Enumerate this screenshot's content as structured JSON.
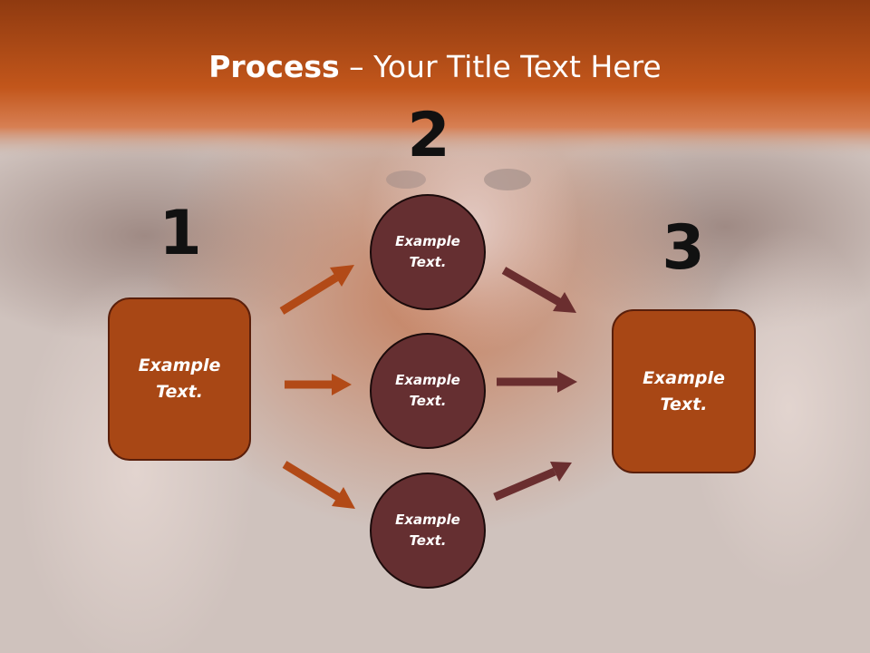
{
  "slide": {
    "title_bold": "Process",
    "title_rest": " – Your Title Text Here"
  },
  "steps": {
    "step1_number": "1",
    "step2_number": "2",
    "step3_number": "3"
  },
  "nodes": {
    "left_box": "Example\nText.",
    "circle_top": "Example\nText.",
    "circle_middle": "Example\nText.",
    "circle_bottom": "Example\nText.",
    "right_box": "Example\nText."
  },
  "colors": {
    "header": "#b8501a",
    "box_fill": "#a84715",
    "circle_fill": "#652f31",
    "arrow_orange": "#b24a17",
    "arrow_maroon": "#6a2e2f"
  }
}
